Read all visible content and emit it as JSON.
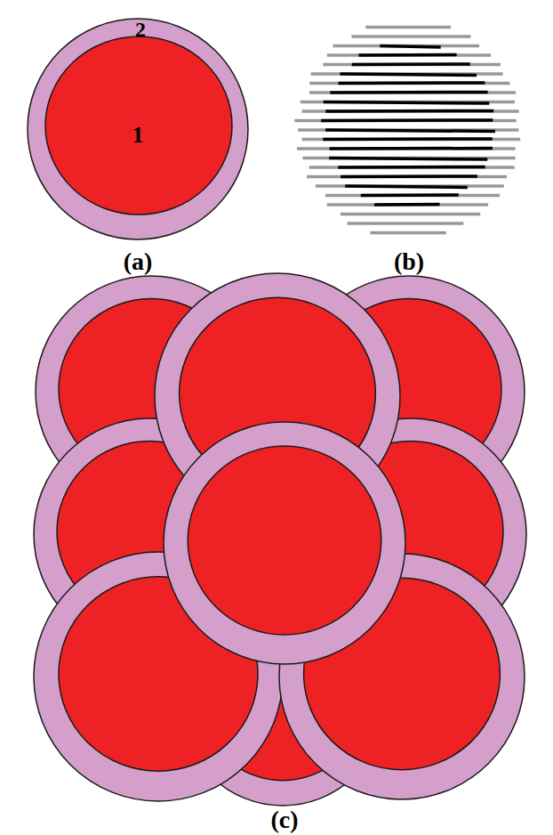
{
  "diagram": {
    "nodes": [
      {
        "text": [
          "2"
        ]
      },
      {
        "text": [
          "1"
        ],
        "in": 0
      }
    ],
    "labels": [
      "(a)",
      "(b)",
      "(c)"
    ]
  }
}
